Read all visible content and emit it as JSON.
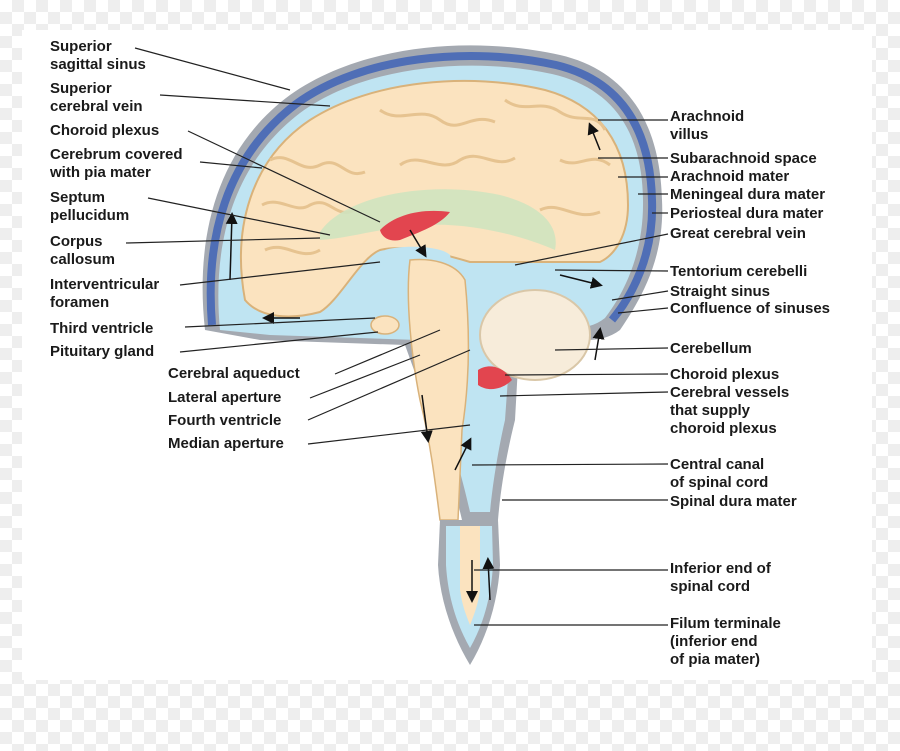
{
  "labels_left": [
    {
      "id": "superior-sagittal-sinus",
      "text": "Superior\nsagittal sinus"
    },
    {
      "id": "superior-cerebral-vein",
      "text": "Superior\ncerebral vein"
    },
    {
      "id": "choroid-plexus-upper",
      "text": "Choroid plexus"
    },
    {
      "id": "cerebrum",
      "text": "Cerebrum covered\nwith pia mater"
    },
    {
      "id": "septum-pellucidum",
      "text": "Septum\npellucidum"
    },
    {
      "id": "corpus-callosum",
      "text": "Corpus\ncallosum"
    },
    {
      "id": "interventricular-foramen",
      "text": "Interventricular\nforamen"
    },
    {
      "id": "third-ventricle",
      "text": "Third ventricle"
    },
    {
      "id": "pituitary-gland",
      "text": "Pituitary gland"
    }
  ],
  "labels_mid": [
    {
      "id": "cerebral-aqueduct",
      "text": "Cerebral aqueduct"
    },
    {
      "id": "lateral-aperture",
      "text": "Lateral aperture"
    },
    {
      "id": "fourth-ventricle",
      "text": "Fourth ventricle"
    },
    {
      "id": "median-aperture",
      "text": "Median aperture"
    }
  ],
  "labels_right": [
    {
      "id": "arachnoid-villus",
      "text": "Arachnoid\nvillus"
    },
    {
      "id": "subarachnoid-space",
      "text": "Subarachnoid space"
    },
    {
      "id": "arachnoid-mater",
      "text": "Arachnoid mater"
    },
    {
      "id": "meningeal-dura-mater",
      "text": "Meningeal dura mater"
    },
    {
      "id": "periosteal-dura-mater",
      "text": "Periosteal dura mater"
    },
    {
      "id": "great-cerebral-vein",
      "text": "Great cerebral vein"
    },
    {
      "id": "tentorium-cerebelli",
      "text": "Tentorium cerebelli"
    },
    {
      "id": "straight-sinus",
      "text": "Straight sinus"
    },
    {
      "id": "confluence-of-sinuses",
      "text": "Confluence of sinuses"
    },
    {
      "id": "cerebellum",
      "text": "Cerebellum"
    },
    {
      "id": "choroid-plexus-lower",
      "text": "Choroid plexus"
    },
    {
      "id": "cerebral-vessels",
      "text": "Cerebral vessels\nthat supply\nchoroid plexus"
    },
    {
      "id": "central-canal",
      "text": "Central canal\nof spinal cord"
    },
    {
      "id": "spinal-dura-mater",
      "text": "Spinal dura mater"
    },
    {
      "id": "inferior-end-spinal-cord",
      "text": "Inferior end of\nspinal cord"
    },
    {
      "id": "filum-terminale",
      "text": "Filum terminale\n(inferior end\nof pia mater)"
    }
  ],
  "colors": {
    "brain": "#fbe3bf",
    "brain_fold": "#e6c390",
    "csf": "#bfe4f2",
    "dura": "#9aa1ad",
    "sinus": "#4f6eb6",
    "plexus": "#e2454f",
    "leader": "#222222"
  }
}
